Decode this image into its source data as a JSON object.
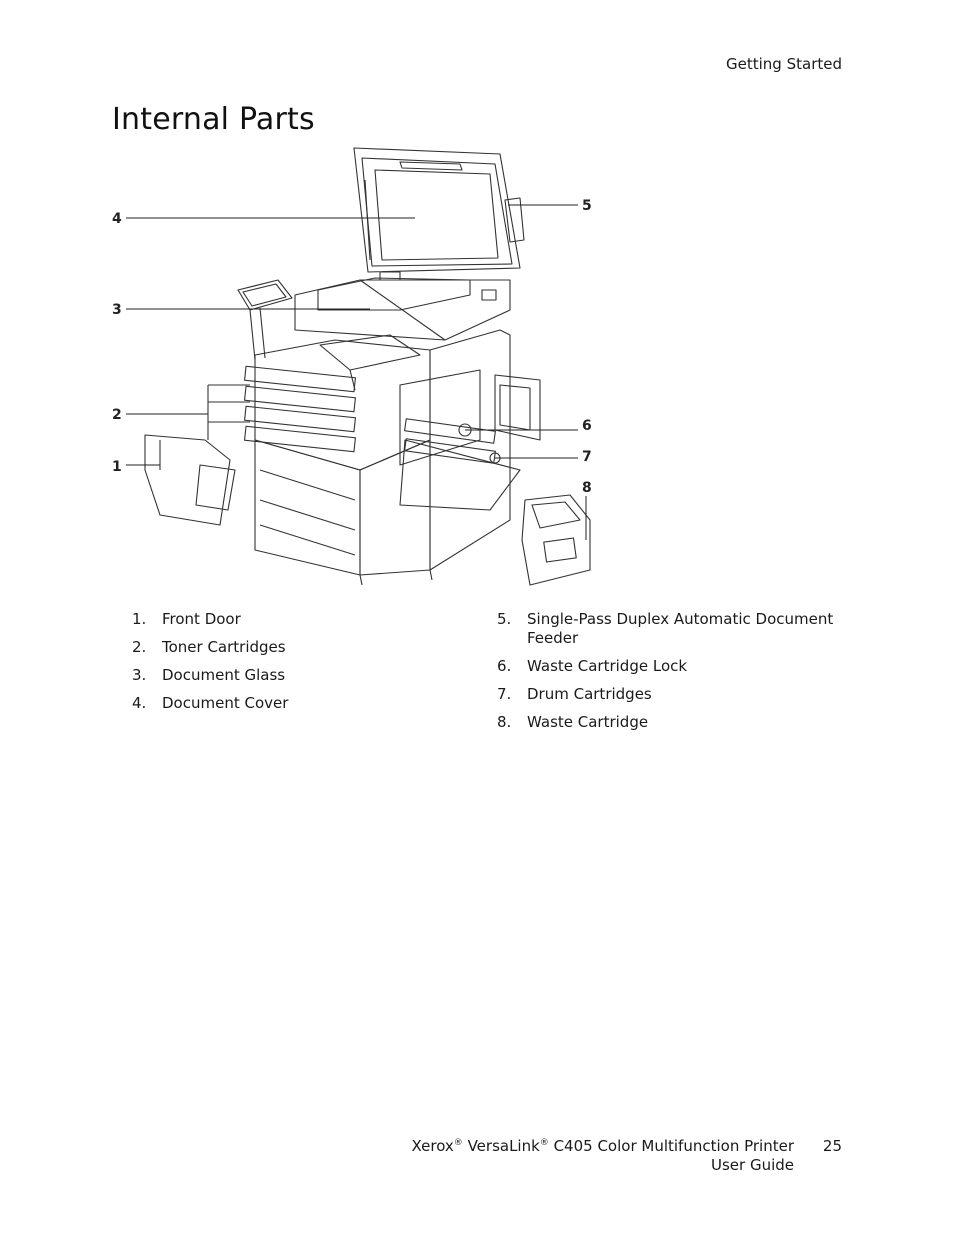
{
  "header": {
    "section": "Getting Started"
  },
  "title": "Internal Parts",
  "figure": {
    "callouts": [
      "1",
      "2",
      "3",
      "4",
      "5",
      "6",
      "7",
      "8"
    ]
  },
  "parts": [
    {
      "num": "1.",
      "label": "Front Door"
    },
    {
      "num": "2.",
      "label": "Toner Cartridges"
    },
    {
      "num": "3.",
      "label": "Document Glass"
    },
    {
      "num": "4.",
      "label": "Document Cover"
    },
    {
      "num": "5.",
      "label": "Single-Pass Duplex Automatic Document Feeder"
    },
    {
      "num": "6.",
      "label": "Waste Cartridge Lock"
    },
    {
      "num": "7.",
      "label": "Drum Cartridges"
    },
    {
      "num": "8.",
      "label": "Waste Cartridge"
    }
  ],
  "footer": {
    "brand": "Xerox",
    "product_name": "VersaLink",
    "registered_mark": "®",
    "model": "C405 Color Multifunction Printer",
    "doc_type": "User Guide",
    "page_number": "25"
  }
}
